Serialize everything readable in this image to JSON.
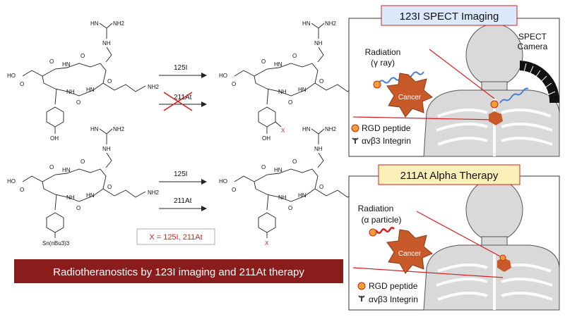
{
  "reactions": {
    "top_reagent_1": "125I",
    "top_reagent_2": "211At",
    "bottom_reagent_1": "125I",
    "bottom_reagent_2": "211At"
  },
  "labels": {
    "x_def": "X = 125I, 211At",
    "tin": "Sn(nBu3)3",
    "x": "X",
    "oh": "OH",
    "nh2": "NH2",
    "hn": "HN",
    "nh": "NH",
    "o": "O",
    "ho": "HO"
  },
  "banner": "Radiotheranostics by 123I imaging and 211At therapy",
  "spect_panel": {
    "title": "123I SPECT Imaging",
    "radiation_line1": "Radiation",
    "radiation_line2": "(γ ray)",
    "camera_line1": "SPECT",
    "camera_line2": "Camera",
    "cancer": "Cancer",
    "legend_rgd": "RGD peptide",
    "legend_integrin": "αvβ3 Integrin"
  },
  "alpha_panel": {
    "title": "211At Alpha Therapy",
    "radiation_line1": "Radiation",
    "radiation_line2": "(α particle)",
    "cancer": "Cancer",
    "legend_rgd": "RGD peptide",
    "legend_integrin": "αvβ3 Integrin"
  },
  "colors": {
    "banner_bg": "#8b1c1c",
    "spect_title_bg": "#dbe9fb",
    "alpha_title_bg": "#fbf1b8",
    "cancer": "#c85a2a",
    "red_line": "#d42020",
    "wave": "#4a7fd0"
  }
}
